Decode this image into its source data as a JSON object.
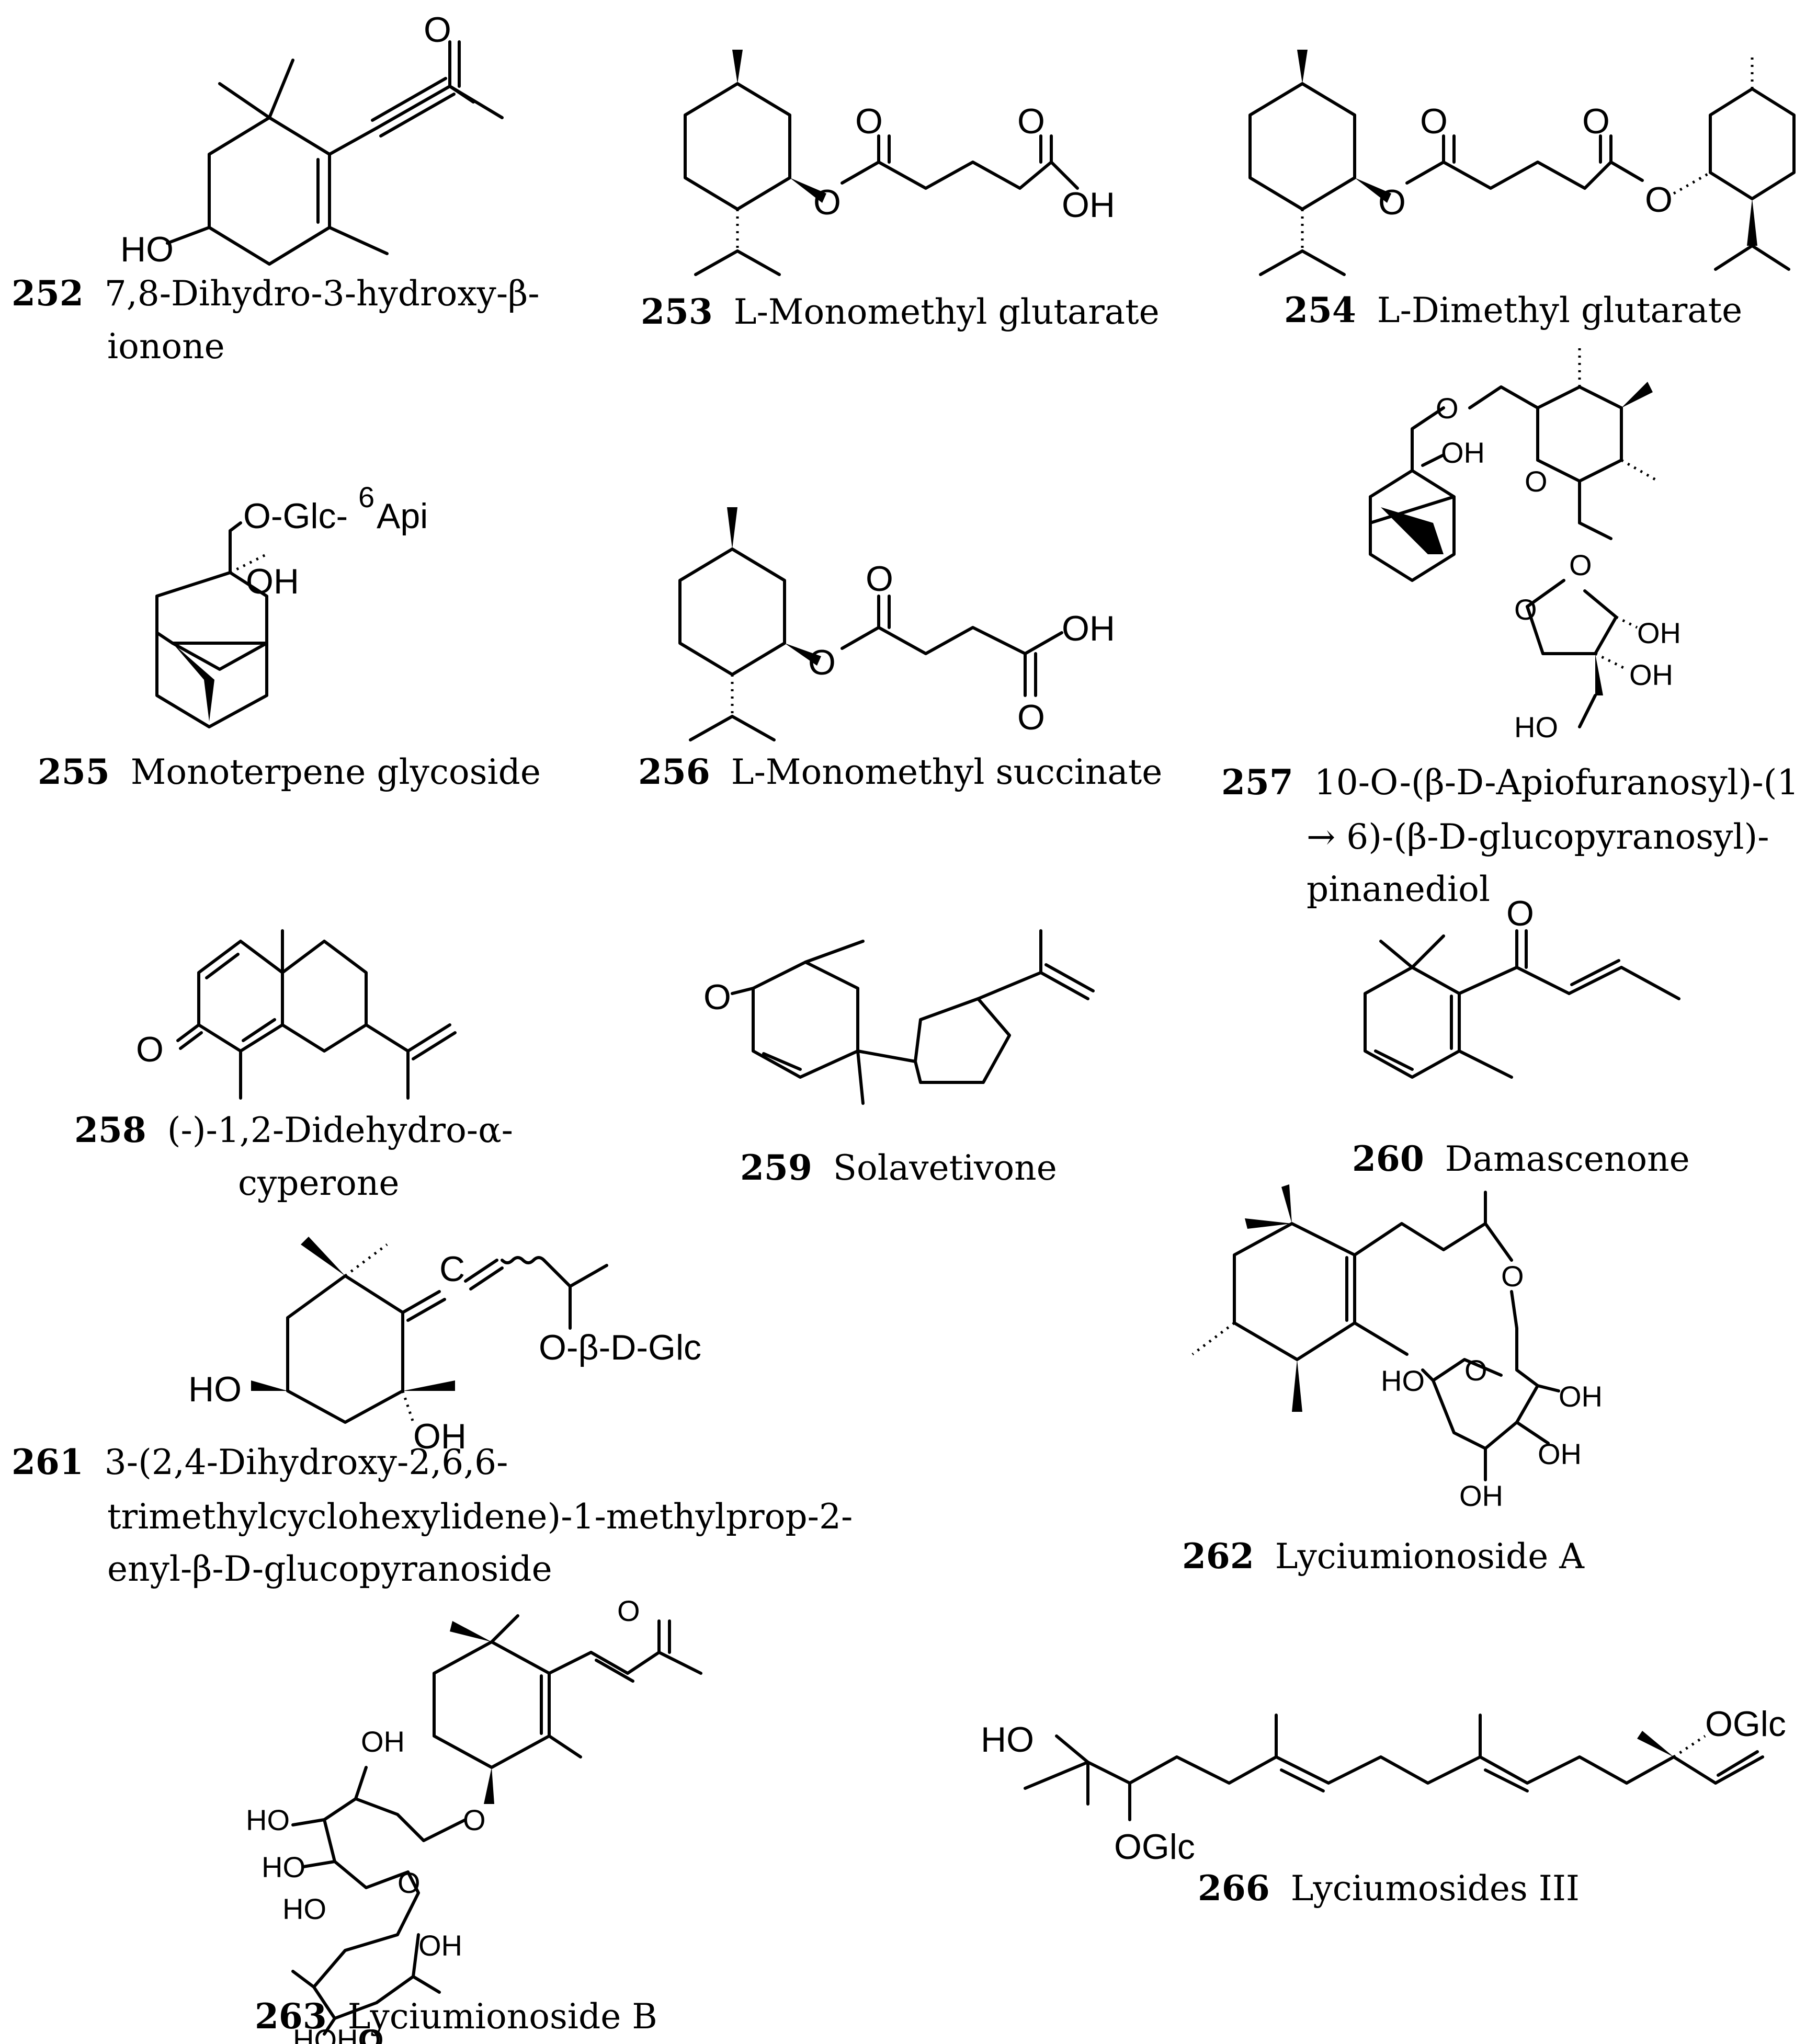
{
  "compounds": [
    {
      "number": "252",
      "name": "7,8-Dihydro-3-hydroxy-β-ionone",
      "name_line1": "7,8-Dihydro-3-hydroxy-β-",
      "name_line2": "ionone"
    },
    {
      "number": "253",
      "name": "L-Monomethyl glutarate"
    },
    {
      "number": "254",
      "name": "L-Dimethyl glutarate"
    },
    {
      "number": "255",
      "name": "Monoterpene glycoside"
    },
    {
      "number": "256",
      "name": "L-Monomethyl succinate"
    },
    {
      "number": "257",
      "name_line1": "10-O-(β-D-Apiofuranosyl)-(1",
      "name_line2": "→ 6)-(β-D-glucopyranosyl)-",
      "name_line3": "pinanediol"
    },
    {
      "number": "258",
      "name_line1": "(-)-1,2-Didehydro-α-",
      "name_line2": "cyperone"
    },
    {
      "number": "259",
      "name": "Solavetivone"
    },
    {
      "number": "260",
      "name": "Damascenone"
    },
    {
      "number": "261",
      "name_line1": "3-(2,4-Dihydroxy-2,6,6-",
      "name_line2": "trimethylcyclohexylidene)-1-methylprop-2-",
      "name_line3": "enyl-β-D-glucopyranoside"
    },
    {
      "number": "262",
      "name": "Lyciumionoside A"
    },
    {
      "number": "263",
      "name": "Lyciumionoside B"
    },
    {
      "number": "266",
      "name": "Lyciumosides III"
    }
  ],
  "atom_labels": {
    "o": "O",
    "oh": "OH",
    "ho": "HO",
    "c": "C",
    "o_glc_api": "O-Glc-6Api",
    "o_glc_api_main": "O-Glc-",
    "o_glc_api_sup": "6",
    "o_glc_api_tail": "Api",
    "o_beta_d_glc": "O-β-D-Glc",
    "oglc": "OGlc",
    "hoho": "HOHO"
  }
}
